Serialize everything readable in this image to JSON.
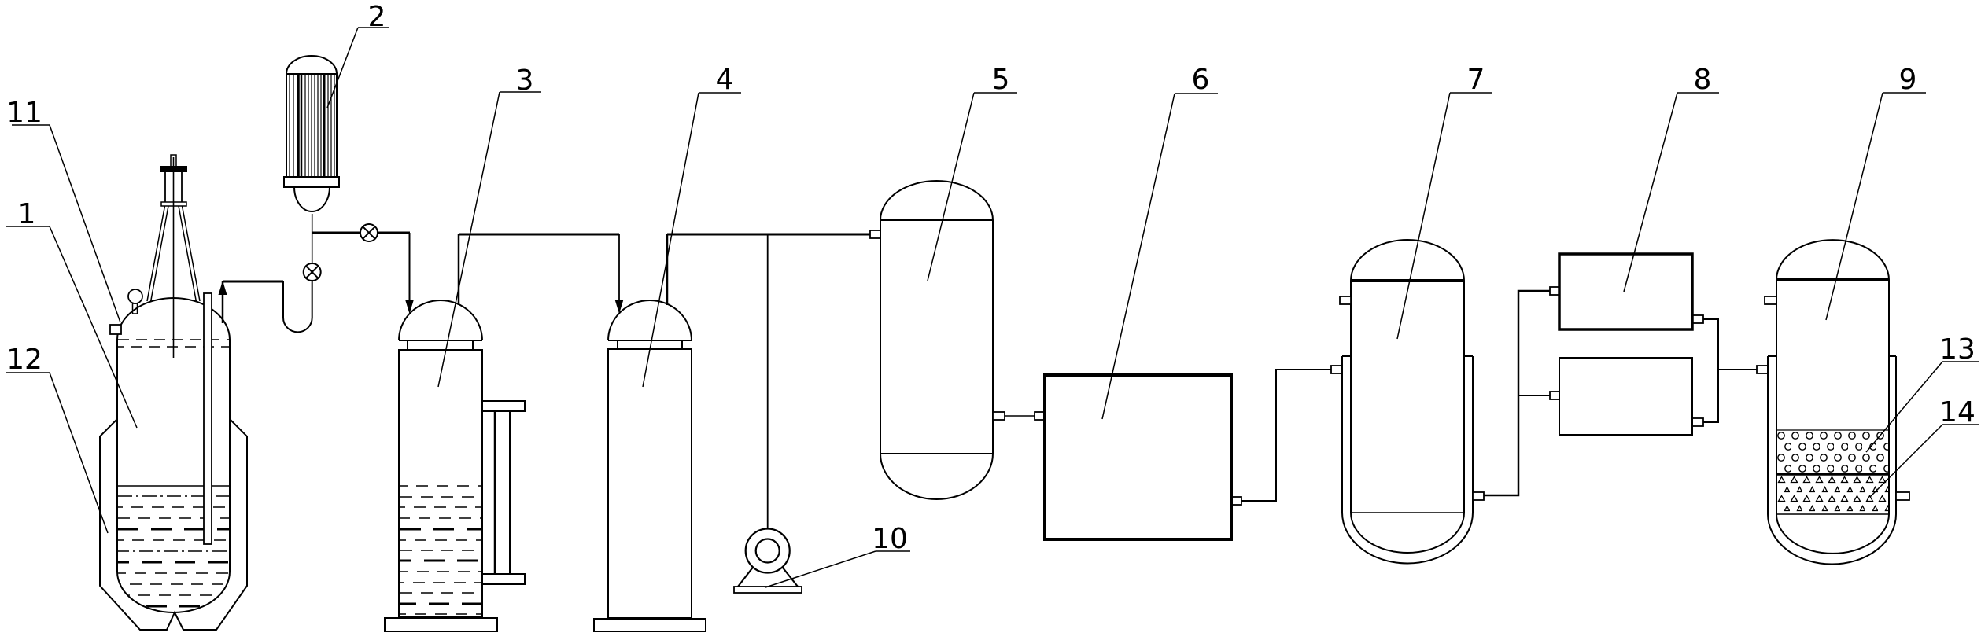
{
  "colors": {
    "line": "#000000",
    "background": "#ffffff"
  },
  "labels": [
    {
      "text": "1"
    },
    {
      "text": "2"
    },
    {
      "text": "3"
    },
    {
      "text": "4"
    },
    {
      "text": "5"
    },
    {
      "text": "6"
    },
    {
      "text": "7"
    },
    {
      "text": "8"
    },
    {
      "text": "9"
    },
    {
      "text": "10"
    },
    {
      "text": "11"
    },
    {
      "text": "12"
    },
    {
      "text": "13"
    },
    {
      "text": "14"
    }
  ]
}
